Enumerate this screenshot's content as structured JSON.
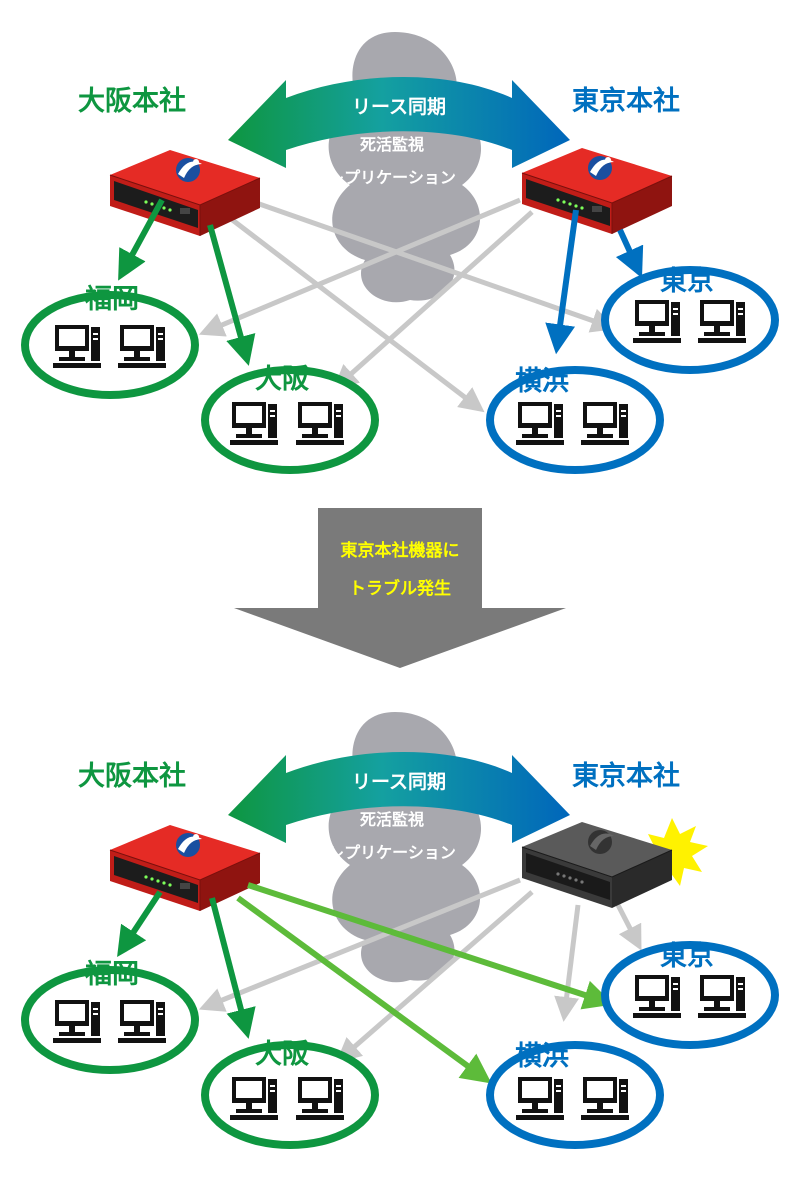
{
  "colors": {
    "green": "#0e9640",
    "green_light": "#5dbb3a",
    "blue": "#0070c0",
    "gray_line": "#c8c8c8",
    "cloud": "#a8a8ae",
    "router_red": "#e52b25",
    "router_off": "#4a4a4a",
    "transition_arrow": "#7a7a7a",
    "warning_burst": "#fff200"
  },
  "top": {
    "hq_left": "大阪本社",
    "hq_right": "東京本社",
    "sync_label": "リース同期",
    "cloud_lines": [
      "死活監視",
      "レプリケーション"
    ],
    "sites": {
      "fukuoka": "福岡",
      "osaka": "大阪",
      "tokyo": "東京",
      "yokohama": "横浜"
    }
  },
  "transition": {
    "lines": [
      "東京本社機器に",
      "トラブル発生"
    ]
  },
  "bottom": {
    "hq_left": "大阪本社",
    "hq_right": "東京本社",
    "sync_label": "リース同期",
    "cloud_lines": [
      "死活監視",
      "レプリケーション"
    ],
    "sites": {
      "fukuoka": "福岡",
      "osaka": "大阪",
      "tokyo": "東京",
      "yokohama": "横浜"
    }
  },
  "icons": {
    "router": "router-device-icon",
    "pc": "desktop-pc-icon",
    "warning": "warning-burst-icon",
    "cloud": "cloud-icon"
  }
}
